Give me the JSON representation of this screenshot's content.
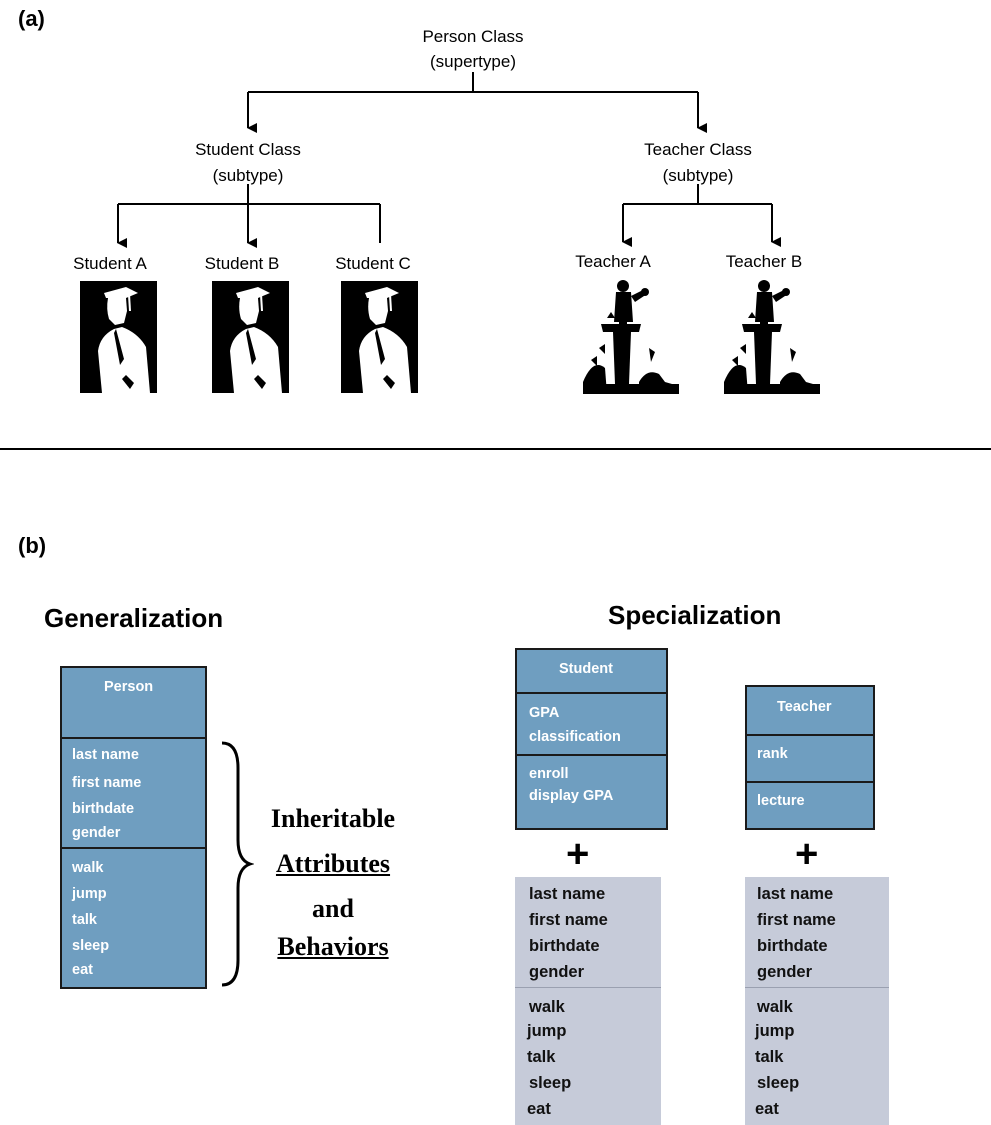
{
  "panel_a": {
    "label": "(a)",
    "root": {
      "line1": "Person Class",
      "line2": "(supertype)"
    },
    "student_class": {
      "line1": "Student Class",
      "line2": "(subtype)"
    },
    "teacher_class": {
      "line1": "Teacher Class",
      "line2": "(subtype)"
    },
    "students": [
      "Student A",
      "Student B",
      "Student C"
    ],
    "teachers": [
      "Teacher A",
      "Teacher B"
    ]
  },
  "panel_b": {
    "label": "(b)",
    "generalization": {
      "heading": "Generalization",
      "class_name": "Person",
      "attributes": [
        "last name",
        "first name",
        "birthdate",
        "gender"
      ],
      "behaviors": [
        "walk",
        "jump",
        "talk",
        "sleep",
        "eat"
      ]
    },
    "brace_text": {
      "line1": "Inheritable",
      "line2": "Attributes",
      "line3": "and",
      "line4": "Behaviors"
    },
    "specialization": {
      "heading": "Specialization",
      "student": {
        "class_name": "Student",
        "attributes": [
          "GPA",
          "classification"
        ],
        "behaviors": [
          "enroll",
          "display GPA"
        ]
      },
      "teacher": {
        "class_name": "Teacher",
        "attributes": [
          "rank"
        ],
        "behaviors": [
          "lecture"
        ]
      },
      "plus": "+",
      "inherited_attributes": [
        "last name",
        "first name",
        "birthdate",
        "gender"
      ],
      "inherited_behaviors": [
        "walk",
        "jump",
        "talk",
        "sleep",
        "eat"
      ]
    }
  },
  "colors": {
    "class_box": "#6f9ec0",
    "inherited_box": "#c6cbd9",
    "line": "#000000"
  }
}
